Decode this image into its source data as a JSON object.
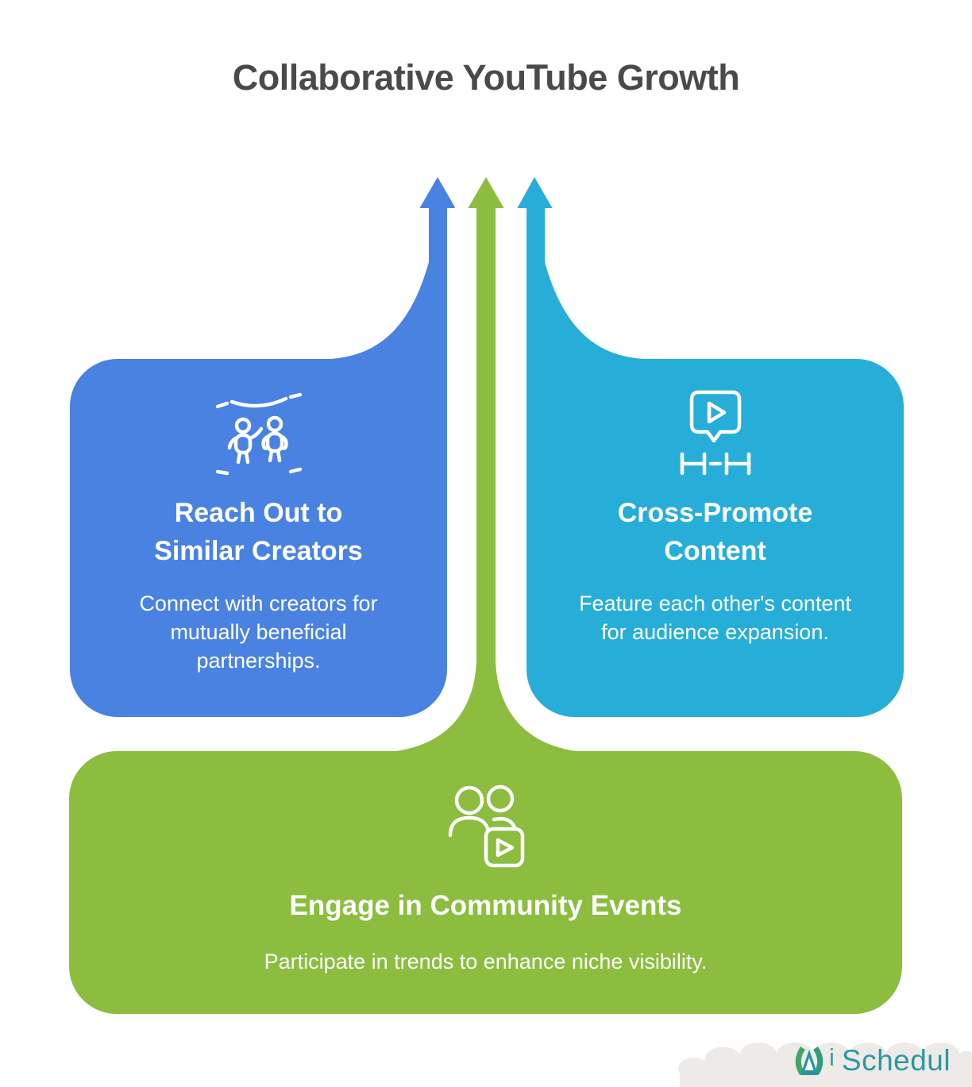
{
  "title": "Collaborative YouTube Growth",
  "cards": [
    {
      "id": "reach-out",
      "heading_line1": "Reach Out to",
      "heading_line2": "Similar Creators",
      "body": "Connect with creators for mutually beneficial partnerships.",
      "color": "#4a82e2",
      "icon": "people-partnership-icon",
      "arrow": "blue-up-arrow"
    },
    {
      "id": "cross-promote",
      "heading_line1": "Cross-Promote",
      "heading_line2": "Content",
      "body": "Feature each other's content for audience expansion.",
      "color": "#27aed8",
      "icon": "video-message-link-icon",
      "arrow": "cyan-up-arrow"
    },
    {
      "id": "community-events",
      "heading_line1": "Engage in Community Events",
      "body": "Participate in trends to enhance niche visibility.",
      "color": "#8cbd3f",
      "icon": "community-video-icon",
      "arrow": "green-up-arrow"
    }
  ],
  "brand": {
    "mark": "A",
    "i": "i",
    "name": "Schedul"
  },
  "colors": {
    "blue": "#4a82e2",
    "cyan": "#27aed8",
    "green": "#8cbd3f",
    "title_text": "#4a4a4a",
    "card_text": "#ffffff",
    "brand_teal": "#2a9aa0",
    "brand_green": "#45a46c",
    "watermark_bg": "#edeae7",
    "background": "#ffffff"
  }
}
